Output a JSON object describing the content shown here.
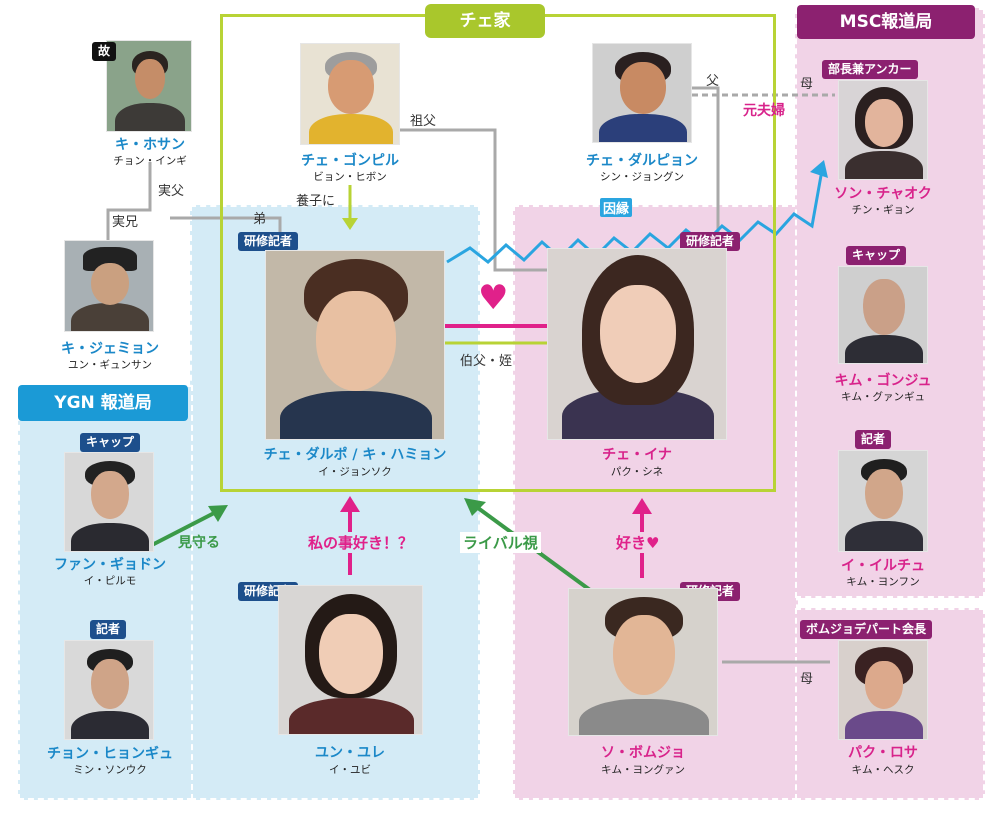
{
  "groups": {
    "choe_family": "チェ家",
    "msc": "MSC報道局",
    "ygn": "YGN 報道局"
  },
  "badges": {
    "deceased": "故",
    "trainee": "研修記者",
    "director_anchor": "部長兼アンカー",
    "cap": "キャップ",
    "reporter": "記者",
    "dept_store_chair": "ボムジョデパート会長"
  },
  "people": {
    "ki_hosan": {
      "role": "キ・ホサン",
      "actor": "チョン・インギ"
    },
    "choe_gonpil": {
      "role": "チェ・ゴンピル",
      "actor": "ビョン・ヒボン"
    },
    "choe_dalpyon": {
      "role": "チェ・ダルピョン",
      "actor": "シン・ジョングン"
    },
    "son_chaok": {
      "role": "ソン・チャオク",
      "actor": "チン・ギョン"
    },
    "ki_jemyon": {
      "role": "キ・ジェミョン",
      "actor": "ユン・ギュンサン"
    },
    "dalpo": {
      "role": "チェ・ダルポ / キ・ハミョン",
      "actor": "イ・ジョンソク"
    },
    "choe_ina": {
      "role": "チェ・イナ",
      "actor": "パク・シネ"
    },
    "kim_gonju": {
      "role": "キム・ゴンジュ",
      "actor": "キム・グァンギュ"
    },
    "fan_gyodon": {
      "role": "ファン・ギョドン",
      "actor": "イ・ピルモ"
    },
    "i_iruchu": {
      "role": "イ・イルチュ",
      "actor": "キム・ヨンフン"
    },
    "chon_hyongyu": {
      "role": "チョン・ヒョンギュ",
      "actor": "ミン・ソンウク"
    },
    "yun_yure": {
      "role": "ユン・ユレ",
      "actor": "イ・ユビ"
    },
    "so_bomujo": {
      "role": "ソ・ボムジョ",
      "actor": "キム・ヨングァン"
    },
    "paku_rosa": {
      "role": "パク・ロサ",
      "actor": "キム・ヘスク"
    }
  },
  "relations": {
    "real_father": "実父",
    "real_brother": "実兄",
    "grandfather": "祖父",
    "father": "父",
    "mother_top": "母",
    "ex_couple": "元夫婦",
    "adopted": "養子に",
    "younger_brother": "弟",
    "fate": "因縁",
    "heart": "♥",
    "uncle_niece": "伯父・姪",
    "watching": "見守る",
    "likes_me": "私の事好き！？",
    "rival": "ライバル視",
    "likes": "好き♥",
    "mother_bottom": "母"
  },
  "colors": {
    "family_frame": "#b8d335",
    "blue_region": "#d4ebf6",
    "pink_region": "#f1d3e7",
    "msc_label": "#8c2170",
    "ygn_label": "#1b9ad6",
    "role_blue": "#1b88c8",
    "role_pink": "#d8238b",
    "fate_line": "#2aa5e0",
    "arrow_green": "#3b9a48",
    "arrow_pink": "#e0218a"
  }
}
